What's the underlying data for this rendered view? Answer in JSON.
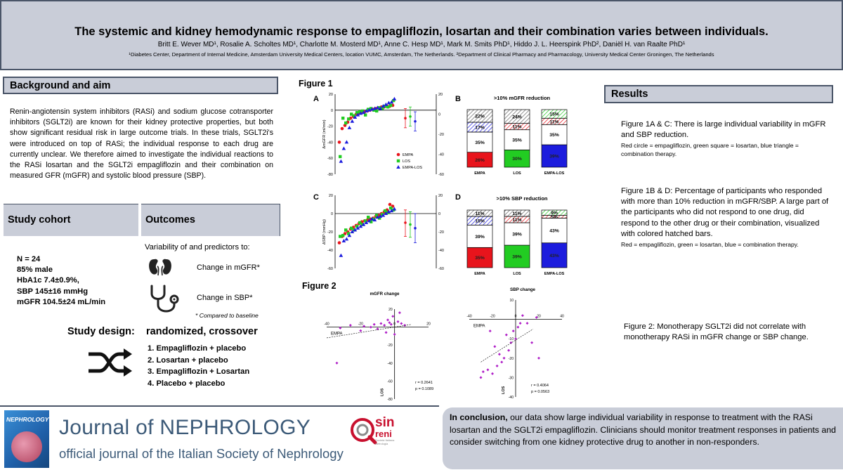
{
  "header": {
    "title": "The systemic and kidney hemodynamic response to empagliflozin, losartan and their combination varies between individuals.",
    "authors": "Britt E. Wever MD¹, Rosalie A. Scholtes MD¹, Charlotte M. Mosterd MD¹, Anne C. Hesp MD¹, Mark M. Smits PhD¹, Hiddo J. L. Heerspink PhD², Daniël H. van Raalte PhD¹",
    "affiliations": "¹Diabetes Center, Department of Internal Medicine, Amsterdam University Medical Centers, location VUMC, Amsterdam, The Netherlands. ²Department of Clinical Pharmacy and Pharmacology, University Medical Center Groningen, The Netherlands"
  },
  "background": {
    "heading": "Background and aim",
    "text": "Renin-angiotensin system inhibitors (RASi) and sodium glucose cotransporter inhibitors (SGLT2i) are known for their kidney protective properties, but both show significant residual risk in large outcome trials. In these trials, SGLT2i's were introduced on top of RASi; the individual response to each drug are currently unclear. We therefore aimed to investigate the individual reactions to the RASi losartan and the SGLT2i empagliflozin and their combination on measured GFR (mGFR) and systolic blood pressure (SBP)."
  },
  "cohort": {
    "heading": "Study cohort",
    "items": [
      "N = 24",
      "85% male",
      "HbA1c 7.4±0.9%,",
      "SBP 145±16 mmHg",
      "mGFR 104.5±24 mL/min"
    ]
  },
  "outcomes": {
    "heading": "Outcomes",
    "intro": "Variability of and predictors to:",
    "mgfr": "Change in mGFR*",
    "sbp": "Change in SBP*",
    "note": "* Compared to baseline"
  },
  "design": {
    "label": "Study design:",
    "type": "randomized, crossover",
    "arms": [
      "1. Empagliflozin + placebo",
      "2. Losartan + placebo",
      "3. Empagliflozin + Losartan",
      "4. Placebo + placebo"
    ]
  },
  "figures": {
    "fig1_label": "Figure 1",
    "fig2_label": "Figure 2",
    "panels": {
      "a": "A",
      "b": "B",
      "c": "C",
      "d": "D"
    },
    "legend": [
      "EMPA",
      "LOS",
      "EMPA-LOS"
    ]
  },
  "results": {
    "heading": "Results",
    "p1": "Figure 1A & C: There is large individual variability in mGFR and SBP reduction.",
    "p1_small": "Red circle = empagliflozin, green square = losartan, blue triangle = combination therapy.",
    "p2": "Figure 1B & D: Percentage of participants who responded with more than 10% reduction in mGFR/SBP. A large part of the participants who did not respond to one drug, did respond to the other drug or their combination, visualized with colored hatched bars.",
    "p2_small": "Red = empagliflozin, green = losartan, blue = combination therapy.",
    "p3": "Figure 2: Monotherapy SGLT2i did not correlate with monotherapy RASi in mGFR change or SBP change."
  },
  "footer": {
    "journal": "Journal of NEPHROLOGY",
    "subtitle": "official journal of the Italian Society of Nephrology",
    "cover_word": "NEPHROLOGY",
    "sin_logo": "sin",
    "sin_logo2": "reni",
    "sin_caption": "Società Italiana Nefrologia"
  },
  "conclusion": {
    "lead": "In conclusion,",
    "text": " our data show large individual variability in response to treatment with the RASi losartan and the SGLT2i empagliflozin. Clinicians should monitor treatment responses in patients and consider switching from one kidney protective drug to another in non-responders."
  },
  "colors": {
    "empa": "#e8141c",
    "los": "#22cc22",
    "combo": "#1c1cdd",
    "panel": "#c9cdd8",
    "border": "#4a5568"
  },
  "chart_data": [
    {
      "type": "scatter",
      "panel": "A",
      "ylabel": "ΔmGFR (ml/min)",
      "y_left_ticks": [
        "20",
        "0",
        "-20",
        "-40",
        "-60",
        "-80"
      ],
      "y_right_ticks": [
        "20",
        "0",
        "-20",
        "-40",
        "-60"
      ],
      "ylim": [
        -80,
        20
      ],
      "series": [
        {
          "name": "EMPA",
          "marker": "circle",
          "values": [
            -40,
            -23,
            -19,
            -15,
            -10,
            -8,
            -5,
            -4,
            -3,
            -2,
            -1,
            0,
            1,
            2,
            3,
            4,
            4,
            5,
            5,
            6
          ]
        },
        {
          "name": "LOS",
          "marker": "square",
          "values": [
            -58,
            -10,
            -16,
            -11,
            -5,
            -7,
            -3,
            -2,
            -1,
            -6,
            1,
            2,
            0,
            -1,
            3,
            2,
            5,
            4,
            6,
            12
          ]
        },
        {
          "name": "EMPA-LOS",
          "marker": "triangle",
          "values": [
            -64,
            -48,
            -40,
            -22,
            -14,
            -9,
            -6,
            -4,
            -3,
            -1,
            0,
            1,
            2,
            3,
            2,
            5,
            7,
            9,
            10,
            14
          ]
        }
      ],
      "error_bars": [
        {
          "color": "empa",
          "mean": -10,
          "low": -22,
          "high": 2
        },
        {
          "color": "los",
          "mean": -8,
          "low": -20,
          "high": 4
        },
        {
          "color": "combo",
          "mean": -14,
          "low": -26,
          "high": -2
        }
      ]
    },
    {
      "type": "bar",
      "panel": "B",
      "title": ">10% mGFR reduction",
      "categories": [
        "EMPA",
        "LOS",
        "EMPA-LOS"
      ],
      "segments": [
        {
          "labels": [
            "26%",
            "35%",
            "17%",
            "22%"
          ],
          "values": [
            26,
            35,
            17,
            22
          ]
        },
        {
          "labels": [
            "30%",
            "35%",
            "11%",
            "24%"
          ],
          "values": [
            30,
            35,
            11,
            24
          ]
        },
        {
          "labels": [
            "39%",
            "35%",
            "11%",
            "15%"
          ],
          "values": [
            39,
            35,
            11,
            15
          ]
        }
      ]
    },
    {
      "type": "scatter",
      "panel": "C",
      "ylabel": "ΔSBP (mmHg)",
      "y_left_ticks": [
        "20",
        "0",
        "-20",
        "-40",
        "-60"
      ],
      "y_right_ticks": [
        "20",
        "0",
        "-20",
        "-40",
        "-60"
      ],
      "ylim": [
        -60,
        20
      ],
      "series": [
        {
          "name": "EMPA",
          "marker": "circle",
          "values": [
            -32,
            -25,
            -22,
            -20,
            -17,
            -15,
            -13,
            -11,
            -9,
            -8,
            -7,
            -6,
            -5,
            -3,
            -2,
            0,
            2,
            4,
            10,
            8
          ]
        },
        {
          "name": "LOS",
          "marker": "square",
          "values": [
            -25,
            -24,
            -18,
            -22,
            -16,
            -18,
            -14,
            -10,
            -12,
            -8,
            -4,
            -9,
            -6,
            -2,
            -5,
            -1,
            3,
            1,
            6,
            4
          ]
        },
        {
          "name": "EMPA-LOS",
          "marker": "triangle",
          "values": [
            -46,
            -30,
            -28,
            -24,
            -20,
            -18,
            -16,
            -14,
            -12,
            -10,
            -8,
            -6,
            -7,
            -4,
            -3,
            -2,
            0,
            2,
            3,
            5
          ]
        }
      ],
      "error_bars": [
        {
          "color": "empa",
          "mean": -10,
          "low": -25,
          "high": 4
        },
        {
          "color": "los",
          "mean": -12,
          "low": -26,
          "high": 2
        },
        {
          "color": "combo",
          "mean": -16,
          "low": -32,
          "high": 0
        }
      ]
    },
    {
      "type": "bar",
      "panel": "D",
      "title": ">10% SBP reduction",
      "categories": [
        "EMPA",
        "LOS",
        "EMPA-LOS"
      ],
      "segments": [
        {
          "labels": [
            "35%",
            "39%",
            "15%",
            "11%"
          ],
          "values": [
            35,
            39,
            15,
            11
          ]
        },
        {
          "labels": [
            "39%",
            "39%",
            "11%",
            "11%"
          ],
          "values": [
            39,
            39,
            11,
            11
          ]
        },
        {
          "labels": [
            "43%",
            "43%",
            "5%",
            "9%"
          ],
          "values": [
            43,
            43,
            5,
            9
          ]
        }
      ]
    },
    {
      "type": "scatter",
      "title": "mGFR change",
      "xlabel": "EMPA",
      "ylabel": "LOS",
      "x_ticks": [
        "-40",
        "-20",
        "0",
        "20"
      ],
      "y_ticks": [
        "20",
        "0",
        "-20",
        "-40",
        "-60",
        "-80"
      ],
      "xlim": [
        -40,
        20
      ],
      "ylim": [
        -80,
        20
      ],
      "r_label": "r = 0.2641",
      "p_label": "p = 0.1089",
      "x": [
        -32,
        -26,
        -20,
        -18,
        -14,
        -12,
        -10,
        -8,
        -6,
        -5,
        -4,
        -3,
        -2,
        0,
        2,
        4,
        6,
        -1,
        3,
        -34
      ],
      "y": [
        -1,
        2,
        -4,
        1,
        0,
        3,
        -2,
        4,
        2,
        -6,
        8,
        5,
        3,
        -8,
        6,
        4,
        2,
        12,
        16,
        -40
      ],
      "trend": [
        [
          -40,
          -12
        ],
        [
          10,
          3
        ]
      ]
    },
    {
      "type": "scatter",
      "title": "SBP change",
      "xlabel": "EMPA",
      "ylabel": "LOS",
      "x_ticks": [
        "-40",
        "-20",
        "0",
        "20",
        "40"
      ],
      "y_ticks": [
        "10",
        "0",
        "-10",
        "-20",
        "-30",
        "-40"
      ],
      "xlim": [
        -40,
        40
      ],
      "ylim": [
        -40,
        10
      ],
      "r_label": "r = 0.4064",
      "p_label": "p = 0.0563",
      "x": [
        -28,
        -24,
        -20,
        -18,
        -16,
        -14,
        -12,
        -10,
        -8,
        -6,
        -4,
        -2,
        0,
        2,
        4,
        6,
        10,
        14,
        20,
        18,
        -30,
        -22
      ],
      "y": [
        -27,
        -26,
        -28,
        -14,
        -24,
        -18,
        -22,
        -20,
        -8,
        -16,
        -12,
        -6,
        -10,
        -4,
        -2,
        2,
        -2,
        -12,
        -20,
        1,
        -30,
        -6
      ],
      "trend": [
        [
          -30,
          -22
        ],
        [
          15,
          -5
        ]
      ]
    }
  ]
}
